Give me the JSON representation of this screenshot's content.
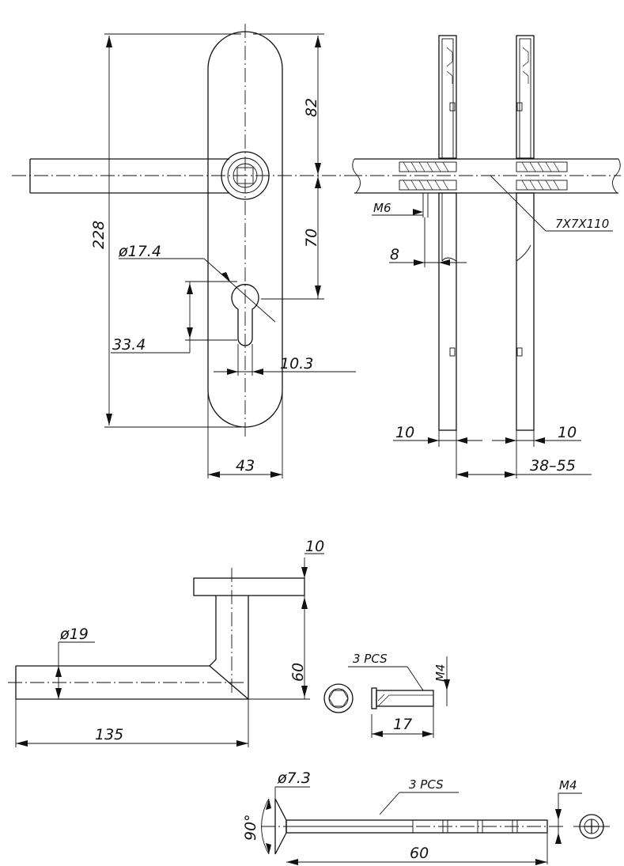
{
  "front_view": {
    "height_total": "228",
    "upper_dim": "82",
    "middle_dim": "70",
    "cylinder_hole": "ø17.4",
    "cylinder_depth": "33.4",
    "slot_width": "10.3",
    "plate_width": "43"
  },
  "side_view": {
    "thread": "M6",
    "spindle": "7X7X110",
    "offset": "8",
    "plate_left": "10",
    "plate_right": "10",
    "door_range": "38–55"
  },
  "handle_view": {
    "rose_thickness": "10",
    "diameter": "ø19",
    "height": "60",
    "length": "135"
  },
  "sleeve_view": {
    "quantity": "3  PCS",
    "thread": "M4",
    "length": "17"
  },
  "screw_view": {
    "head_diameter": "ø7.3",
    "head_angle": "90°",
    "quantity": "3  PCS",
    "thread": "M4",
    "length": "60"
  }
}
